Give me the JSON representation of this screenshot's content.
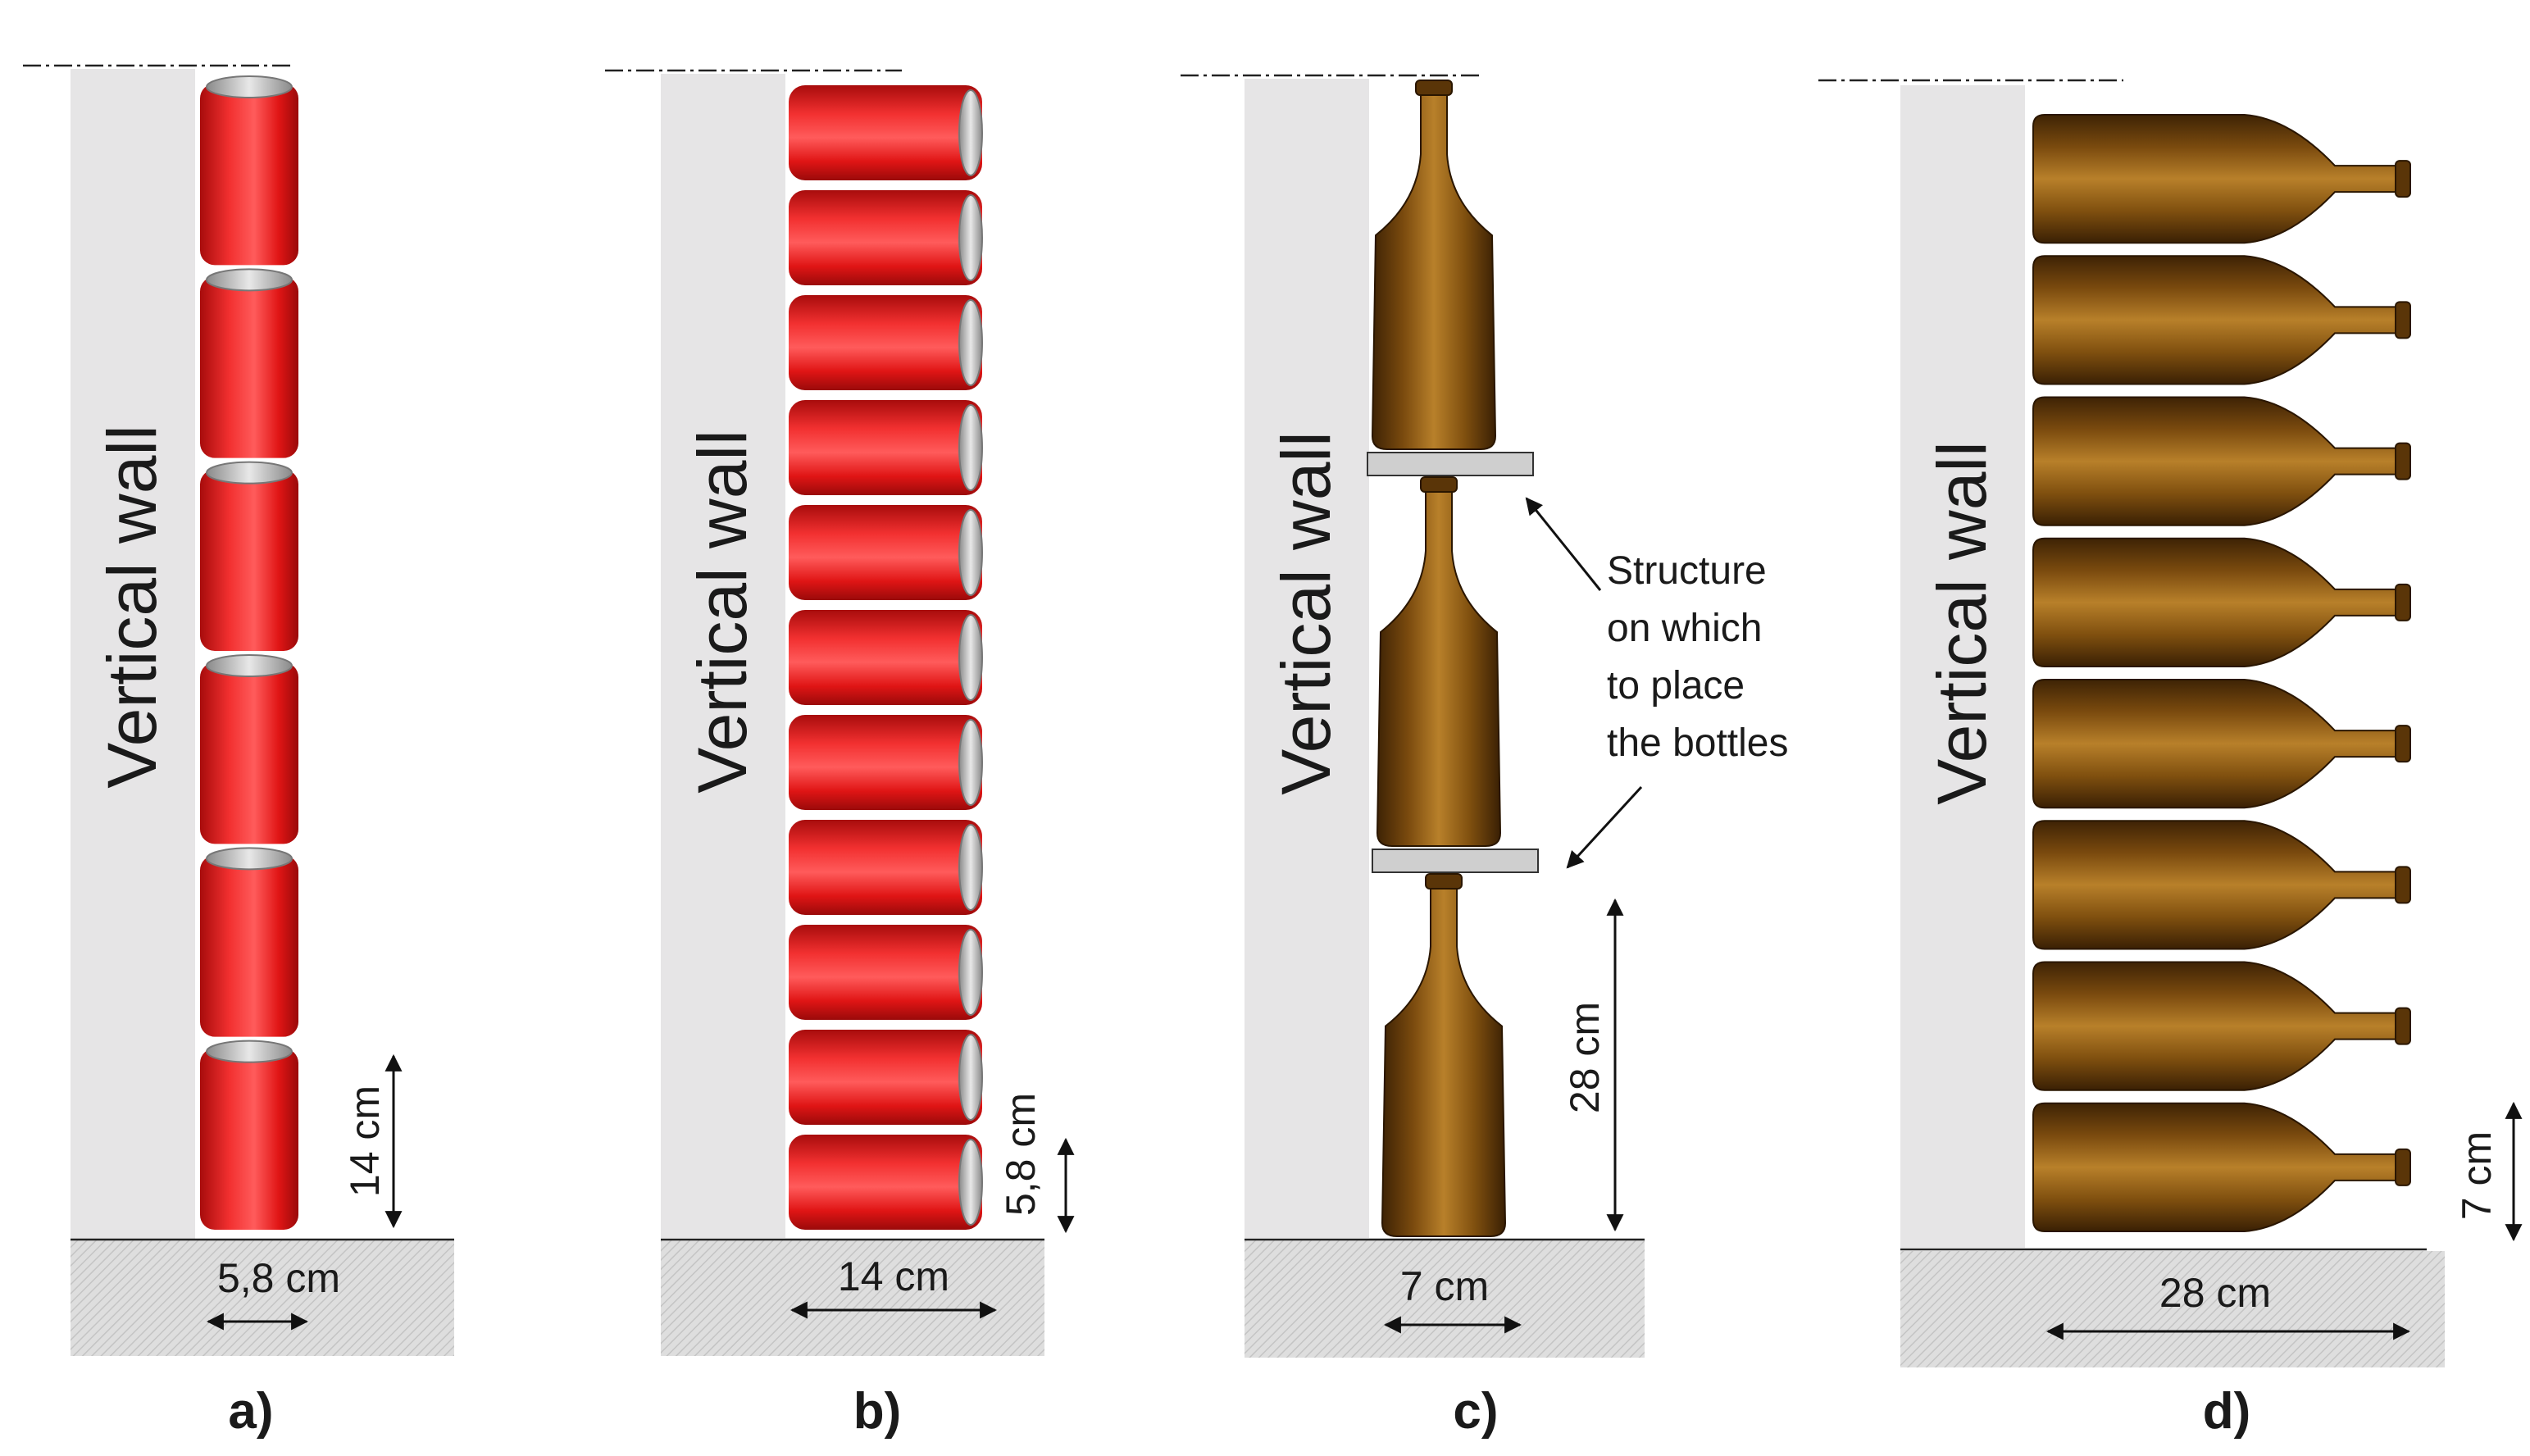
{
  "wall_label": "Vertical wall",
  "colors": {
    "wall": "#e6e5e6",
    "ground": "#dcdcdc",
    "can_red": "#e01515",
    "can_top": "#b9b9b9",
    "bottle_amber": "#7a4a0e",
    "shelf": "#cfcfcf",
    "text": "#1a1a1a"
  },
  "panels": [
    {
      "id": "a",
      "label": "a)",
      "item": "can-upright",
      "count": 6,
      "height_dim": "14 cm",
      "width_dim": "5,8 cm"
    },
    {
      "id": "b",
      "label": "b)",
      "item": "can-lying",
      "count": 11,
      "height_dim": "5,8 cm",
      "width_dim": "14 cm"
    },
    {
      "id": "c",
      "label": "c)",
      "item": "bottle-upright",
      "count": 3,
      "height_dim": "28 cm",
      "width_dim": "7 cm",
      "annotation": [
        "Structure",
        "on which",
        "to place",
        "the bottles"
      ]
    },
    {
      "id": "d",
      "label": "d)",
      "item": "bottle-lying",
      "count": 8,
      "height_dim": "7 cm",
      "width_dim": "28 cm"
    }
  ]
}
